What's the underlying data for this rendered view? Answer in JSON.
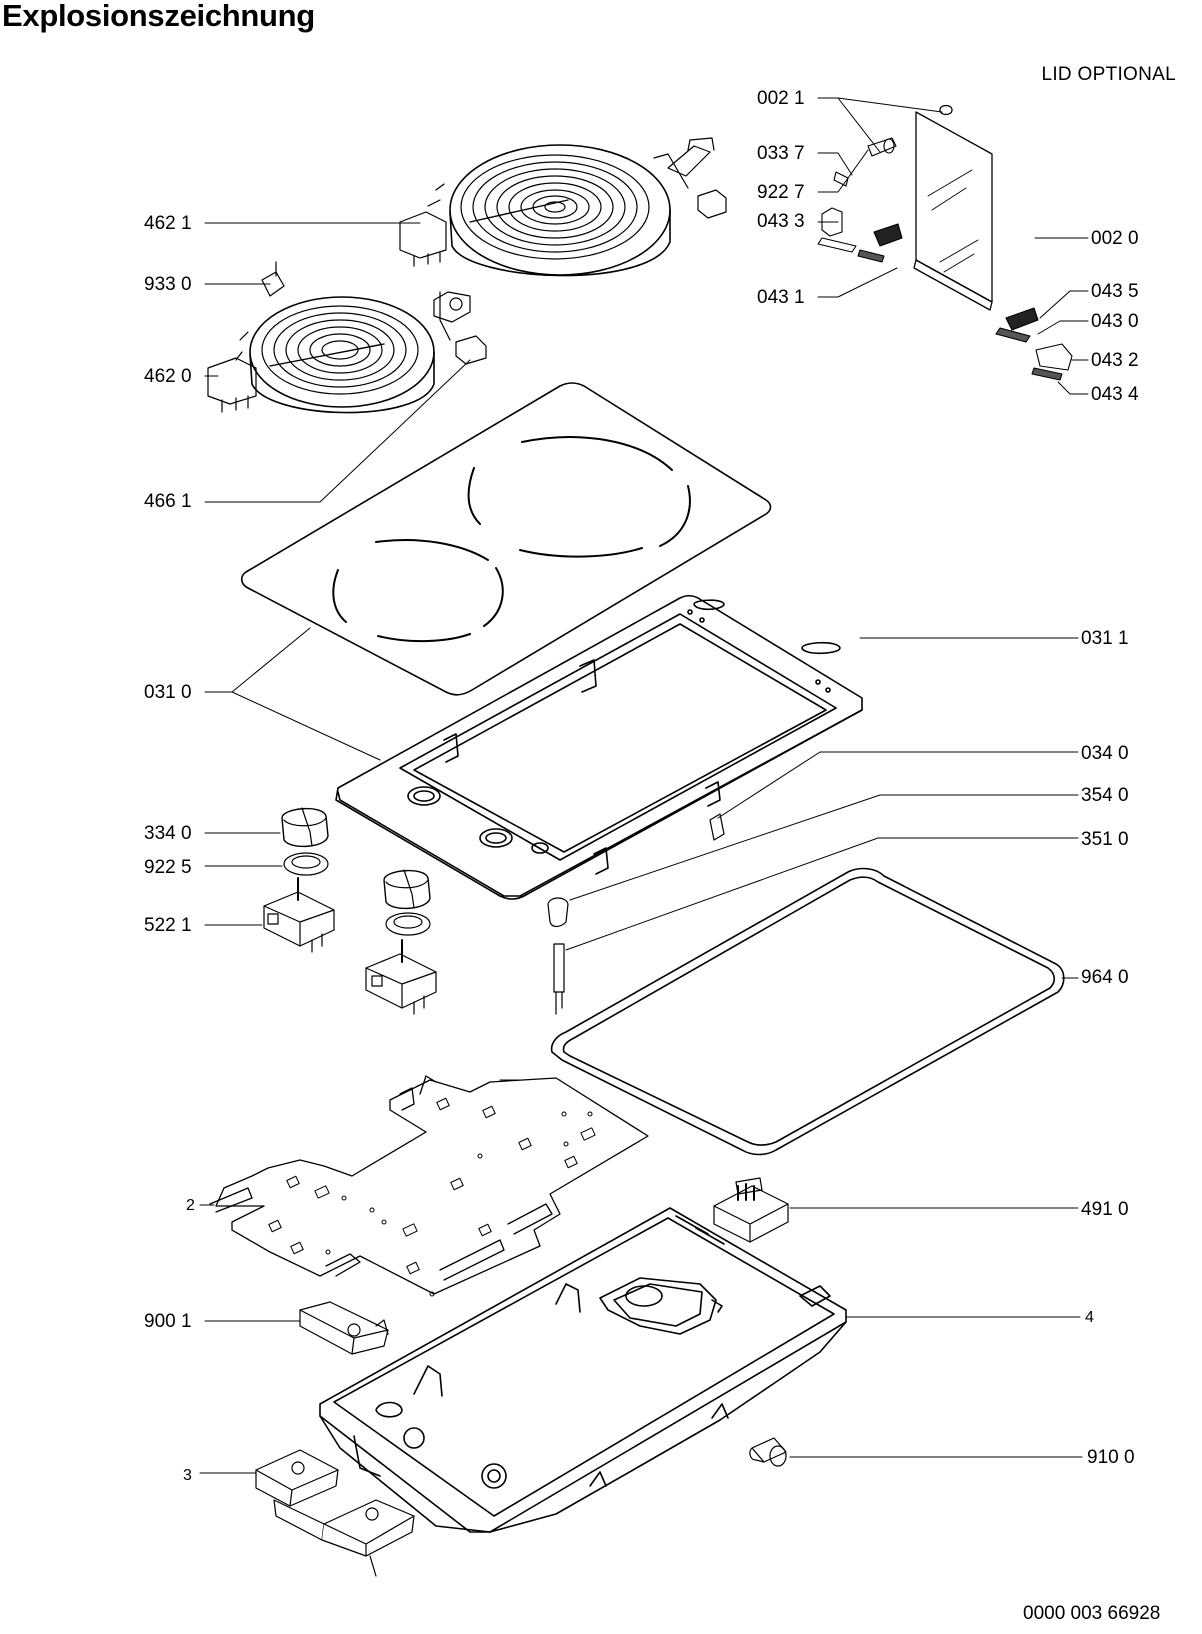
{
  "title": "Explosionszeichnung",
  "note": "LID OPTIONAL",
  "doc_number": "0000 003 66928",
  "labels": {
    "l_002_1": "002 1",
    "l_033_7": "033 7",
    "l_922_7": "922 7",
    "l_043_3": "043 3",
    "l_043_1": "043 1",
    "l_002_0": "002 0",
    "l_043_5": "043 5",
    "l_043_0": "043 0",
    "l_043_2": "043 2",
    "l_043_4": "043 4",
    "l_462_1": "462 1",
    "l_933_0": "933 0",
    "l_462_0": "462 0",
    "l_466_1": "466 1",
    "l_031_0": "031 0",
    "l_031_1": "031 1",
    "l_034_0": "034 0",
    "l_354_0": "354 0",
    "l_351_0": "351 0",
    "l_334_0": "334 0",
    "l_922_5": "922 5",
    "l_522_1": "522 1",
    "l_964_0": "964 0",
    "l_491_0": "491 0",
    "l_2": "2",
    "l_900_1": "900 1",
    "l_4": "4",
    "l_910_0": "910 0",
    "l_3": "3"
  }
}
